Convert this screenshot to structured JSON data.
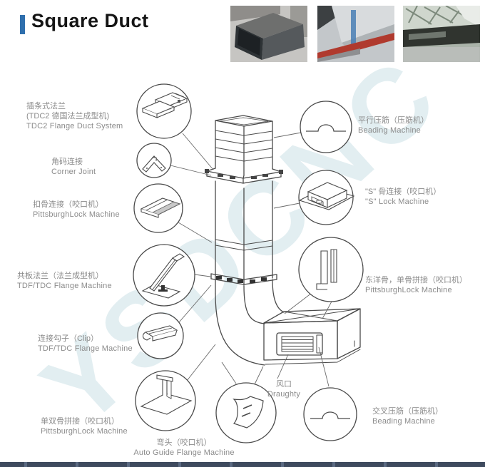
{
  "header": {
    "title": "Square Duct"
  },
  "watermark": "YSDCNC",
  "callouts": {
    "left": [
      {
        "zh": "插条式法兰",
        "zh2": "(TDC2 德国法兰成型机)",
        "en": "TDC2 Flange Duct System"
      },
      {
        "zh": "角码连接",
        "en": "Corner Joint"
      },
      {
        "zh": "扣骨连接（咬口机）",
        "en": "PittsburghLock Machine"
      },
      {
        "zh": "共板法兰（法兰成型机）",
        "en": "TDF/TDC Flange Machine"
      },
      {
        "zh": "连接勾子（Clip）",
        "en": "TDF/TDC Flange Machine"
      },
      {
        "zh": "单双骨拼接（咬口机）",
        "en": "PittsburghLock Machine"
      },
      {
        "zh": "弯头（咬口机）",
        "en": "Auto Guide Flange Machine"
      }
    ],
    "right": [
      {
        "zh": "平行压筋（压筋机）",
        "en": "Beading Machine"
      },
      {
        "zh": "\"S\" 骨连接（咬口机）",
        "en": "\"S\" Lock Machine"
      },
      {
        "zh": "东洋骨，单骨拼接（咬口机）",
        "en": "PittsburghLock Machine"
      },
      {
        "zh": "交叉压筋（压筋机）",
        "en": "Beading Machine"
      }
    ],
    "vent": {
      "zh": "风口",
      "en": "Draughty"
    }
  },
  "colors": {
    "accent": "#2f6fad",
    "line": "#4a4a4a",
    "label_text": "#8b8b8b",
    "watermark": "#9fc6cf",
    "bottom_bar": "#3e4a5e"
  }
}
